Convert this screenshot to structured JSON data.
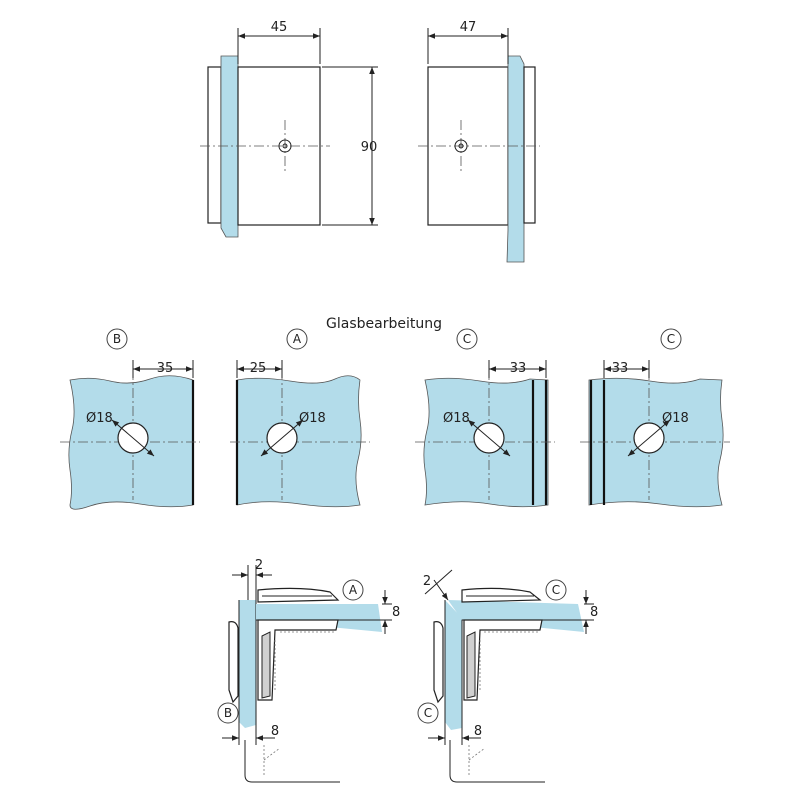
{
  "top_views": {
    "left": {
      "width_dim": "45"
    },
    "right": {
      "width_dim": "47",
      "height_dim": "90"
    }
  },
  "glass": {
    "title": "Glasbearbeitung",
    "panels": [
      {
        "letter": "B",
        "offset_dim": "35",
        "hole_label": "Ø18"
      },
      {
        "letter": "A",
        "offset_dim": "25",
        "hole_label": "Ø18"
      },
      {
        "letter": "C",
        "offset_dim": "33",
        "hole_label": "Ø18"
      },
      {
        "letter": "C",
        "offset_dim": "33",
        "hole_label": "Ø18"
      }
    ]
  },
  "sections": {
    "left": {
      "gap_dim": "2",
      "top_letter": "A",
      "top_thick": "8",
      "side_letter": "B",
      "side_thick": "8"
    },
    "right": {
      "gap_dim": "2",
      "top_letter": "C",
      "top_thick": "8",
      "side_letter": "C",
      "side_thick": "8"
    }
  }
}
